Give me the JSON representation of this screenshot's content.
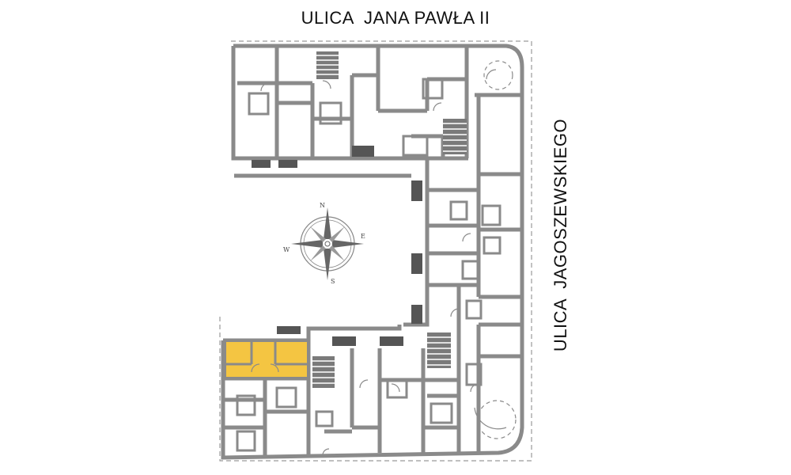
{
  "streets": {
    "north": "ULICA  JANA PAWŁA II",
    "east": "ULICA  JAGOSZEWSKIEGO"
  },
  "compass": {
    "north": "N",
    "east": "E",
    "south": "S",
    "west": "W"
  },
  "colors": {
    "wall": "#8a8a8a",
    "highlight": "#f4c542",
    "background": "#ffffff",
    "text": "#111111"
  },
  "highlighted_unit": {
    "description_icon": "apartment-highlight"
  }
}
